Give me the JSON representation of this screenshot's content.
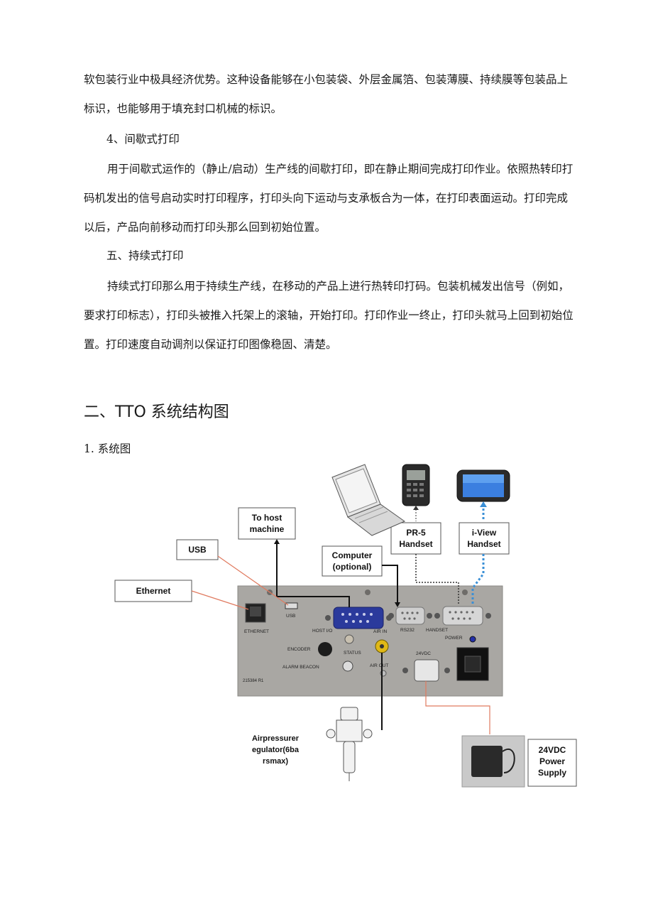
{
  "paragraphs": {
    "p1": "软包装行业中极具经济优势。这种设备能够在小包装袋、外层金属箔、包装薄膜、持续膜等包装品上标识，也能够用于填充封口机械的标识。",
    "h4": "4、间歇式打印",
    "p2": "用于间歇式运作的（静止/启动）生产线的间歇打印，即在静止期间完成打印作业。依照热转印打码机发出的信号启动实时打印程序，打印头向下运动与支承板合为一体，在打印表面运动。打印完成以后，产品向前移动而打印头那么回到初始位置。",
    "h5": "五、持续式打印",
    "p3": "持续式打印那么用于持续生产线，在移动的产品上进行热转印打码。包装机械发出信号（例如，要求打印标志），打印头被推入托架上的滚轴，开始打印。打印作业一终止，打印头就马上回到初始位置。打印速度自动调剂以保证打印图像稳固、清楚。"
  },
  "section_title": "二、TTO 系统结构图",
  "sub_title": "1. 系统图",
  "diagram": {
    "callouts": {
      "to_host_1": "To host",
      "to_host_2": "machine",
      "usb": "USB",
      "ethernet": "Ethernet",
      "computer_1": "Computer",
      "computer_2": "(optional)",
      "pr5_1": "PR-5",
      "pr5_2": "Handset",
      "iview_1": "i-View",
      "iview_2": "Handset",
      "psu_1": "24VDC",
      "psu_2": "Power",
      "psu_3": "Supply",
      "air_1": "Airpressurer",
      "air_2": "egulator(6ba",
      "air_3": "rsmax)"
    },
    "panel_labels": {
      "ethernet": "ETHERNET",
      "usb": "USB",
      "host_io": "HOST I/O",
      "rs232": "RS232",
      "handset": "HANDSET",
      "power": "POWER",
      "encoder": "ENCODER",
      "status": "STATUS",
      "alarm_beacon": "ALARM BEACON",
      "air_in": "AIR IN",
      "air_out": "AIR OUT",
      "vdc": "24VDC",
      "part_no": "215384 R1"
    },
    "colors": {
      "panel": "#a9a7a3",
      "connector_blue": "#2b3a9c",
      "callout_line": "#e07a5f",
      "iview_dots": "#3a8fd6",
      "air_in_yellow": "#e0b817"
    }
  }
}
